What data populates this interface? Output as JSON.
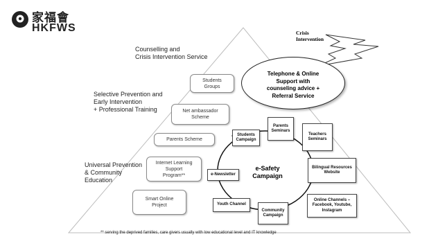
{
  "logo": {
    "chinese": "家福會",
    "english": "HKFWS"
  },
  "levels": {
    "top": "Counselling and\nCrisis Intervention Service",
    "middle": "Selective Prevention and\nEarly Intervention\n+ Professional Training",
    "bottom": "Universal Prevention\n& Community\nEducation"
  },
  "crisis": "Crisis\nIntervention",
  "hotline": "Telephone & Online\nSupport with\ncounseling advice +\nReferral Service",
  "pyramid_boxes": {
    "students_groups": "Students\nGroups",
    "net_ambassador": "Net ambassador\nScheme",
    "parents_scheme": "Parents Scheme",
    "internet_learning": "Internet Learning\nSupport\nProgram**",
    "smart_online": "Smart Online\nProject"
  },
  "campaign": {
    "center": "e-Safety\nCampaign",
    "nodes": {
      "students_campaign": "Students\nCampaign",
      "parents_seminars": "Parents\nSeminars",
      "teachers_seminars": "Teachers\nSeminars",
      "bilingual": "Bilingual Resources\nWebsite",
      "online_channels": "Online Channels –\nFacebook, Youtube,\nInstagram",
      "community": "Community\nCampaign",
      "youth_channel": "Youth Channel",
      "enewsletter": "e-Newsletter"
    }
  },
  "footnote": "** serving the deprived families, care givers usually with low educational level and IT knowledge"
}
